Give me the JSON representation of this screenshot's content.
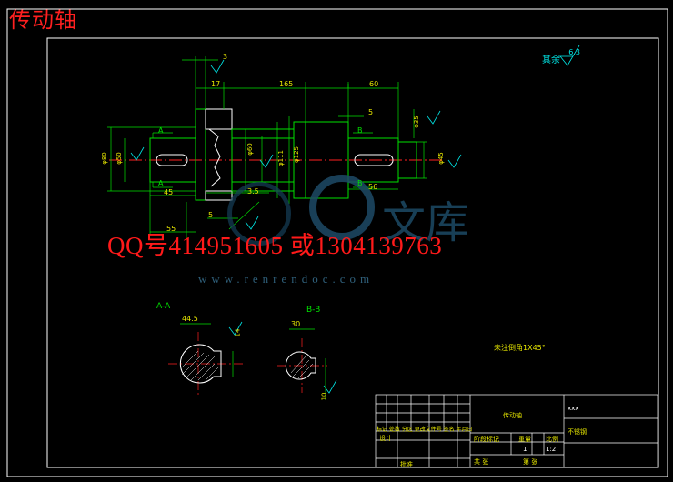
{
  "drawing_title": "传动轴",
  "watermark": {
    "contact": "QQ号414951605  或1304139763",
    "url": "www.renrendoc.com",
    "brand": "文库"
  },
  "notes": {
    "roughness_prefix": "其余",
    "roughness_value": "6.3",
    "chamfer": "未注倒角1X45°"
  },
  "sections": {
    "aa_label": "A-A",
    "bb_label": "B-B",
    "aa_width": "44.5",
    "aa_key": "14",
    "bb_width": "30",
    "bb_key": "10"
  },
  "dimensions": {
    "d3": "3",
    "d17": "17",
    "d165": "165",
    "d60": "60",
    "d5a": "5",
    "d45": "45",
    "d35": "3.5",
    "d56": "56",
    "d5b": "5",
    "d55": "55",
    "phi50": "φ50",
    "phi80": "φ80",
    "phi60": "φ60",
    "phi111": "φ111",
    "phi125": "φ125",
    "phi35": "φ35",
    "phi45": "φ45",
    "section_a": "A",
    "section_b": "B"
  },
  "title_block": {
    "part_name": "传动轴",
    "company": "xxx",
    "material": "不锈钢",
    "scale_label": "比例",
    "weight_label": "重量",
    "stage_label": "阶段标记",
    "scale_value": "1:2",
    "qty_value": "1",
    "sheet_left": "共  张",
    "sheet_right": "第  张",
    "design_row": "标记 处数 分区 更改文件号 签名 年月日",
    "designer": "设计",
    "approve": "批准"
  },
  "colors": {
    "border": "#ffffff",
    "geometry": "#00e000",
    "centerline": "#ff2020",
    "text": "#e6e600",
    "cyan": "#00e6e6"
  }
}
